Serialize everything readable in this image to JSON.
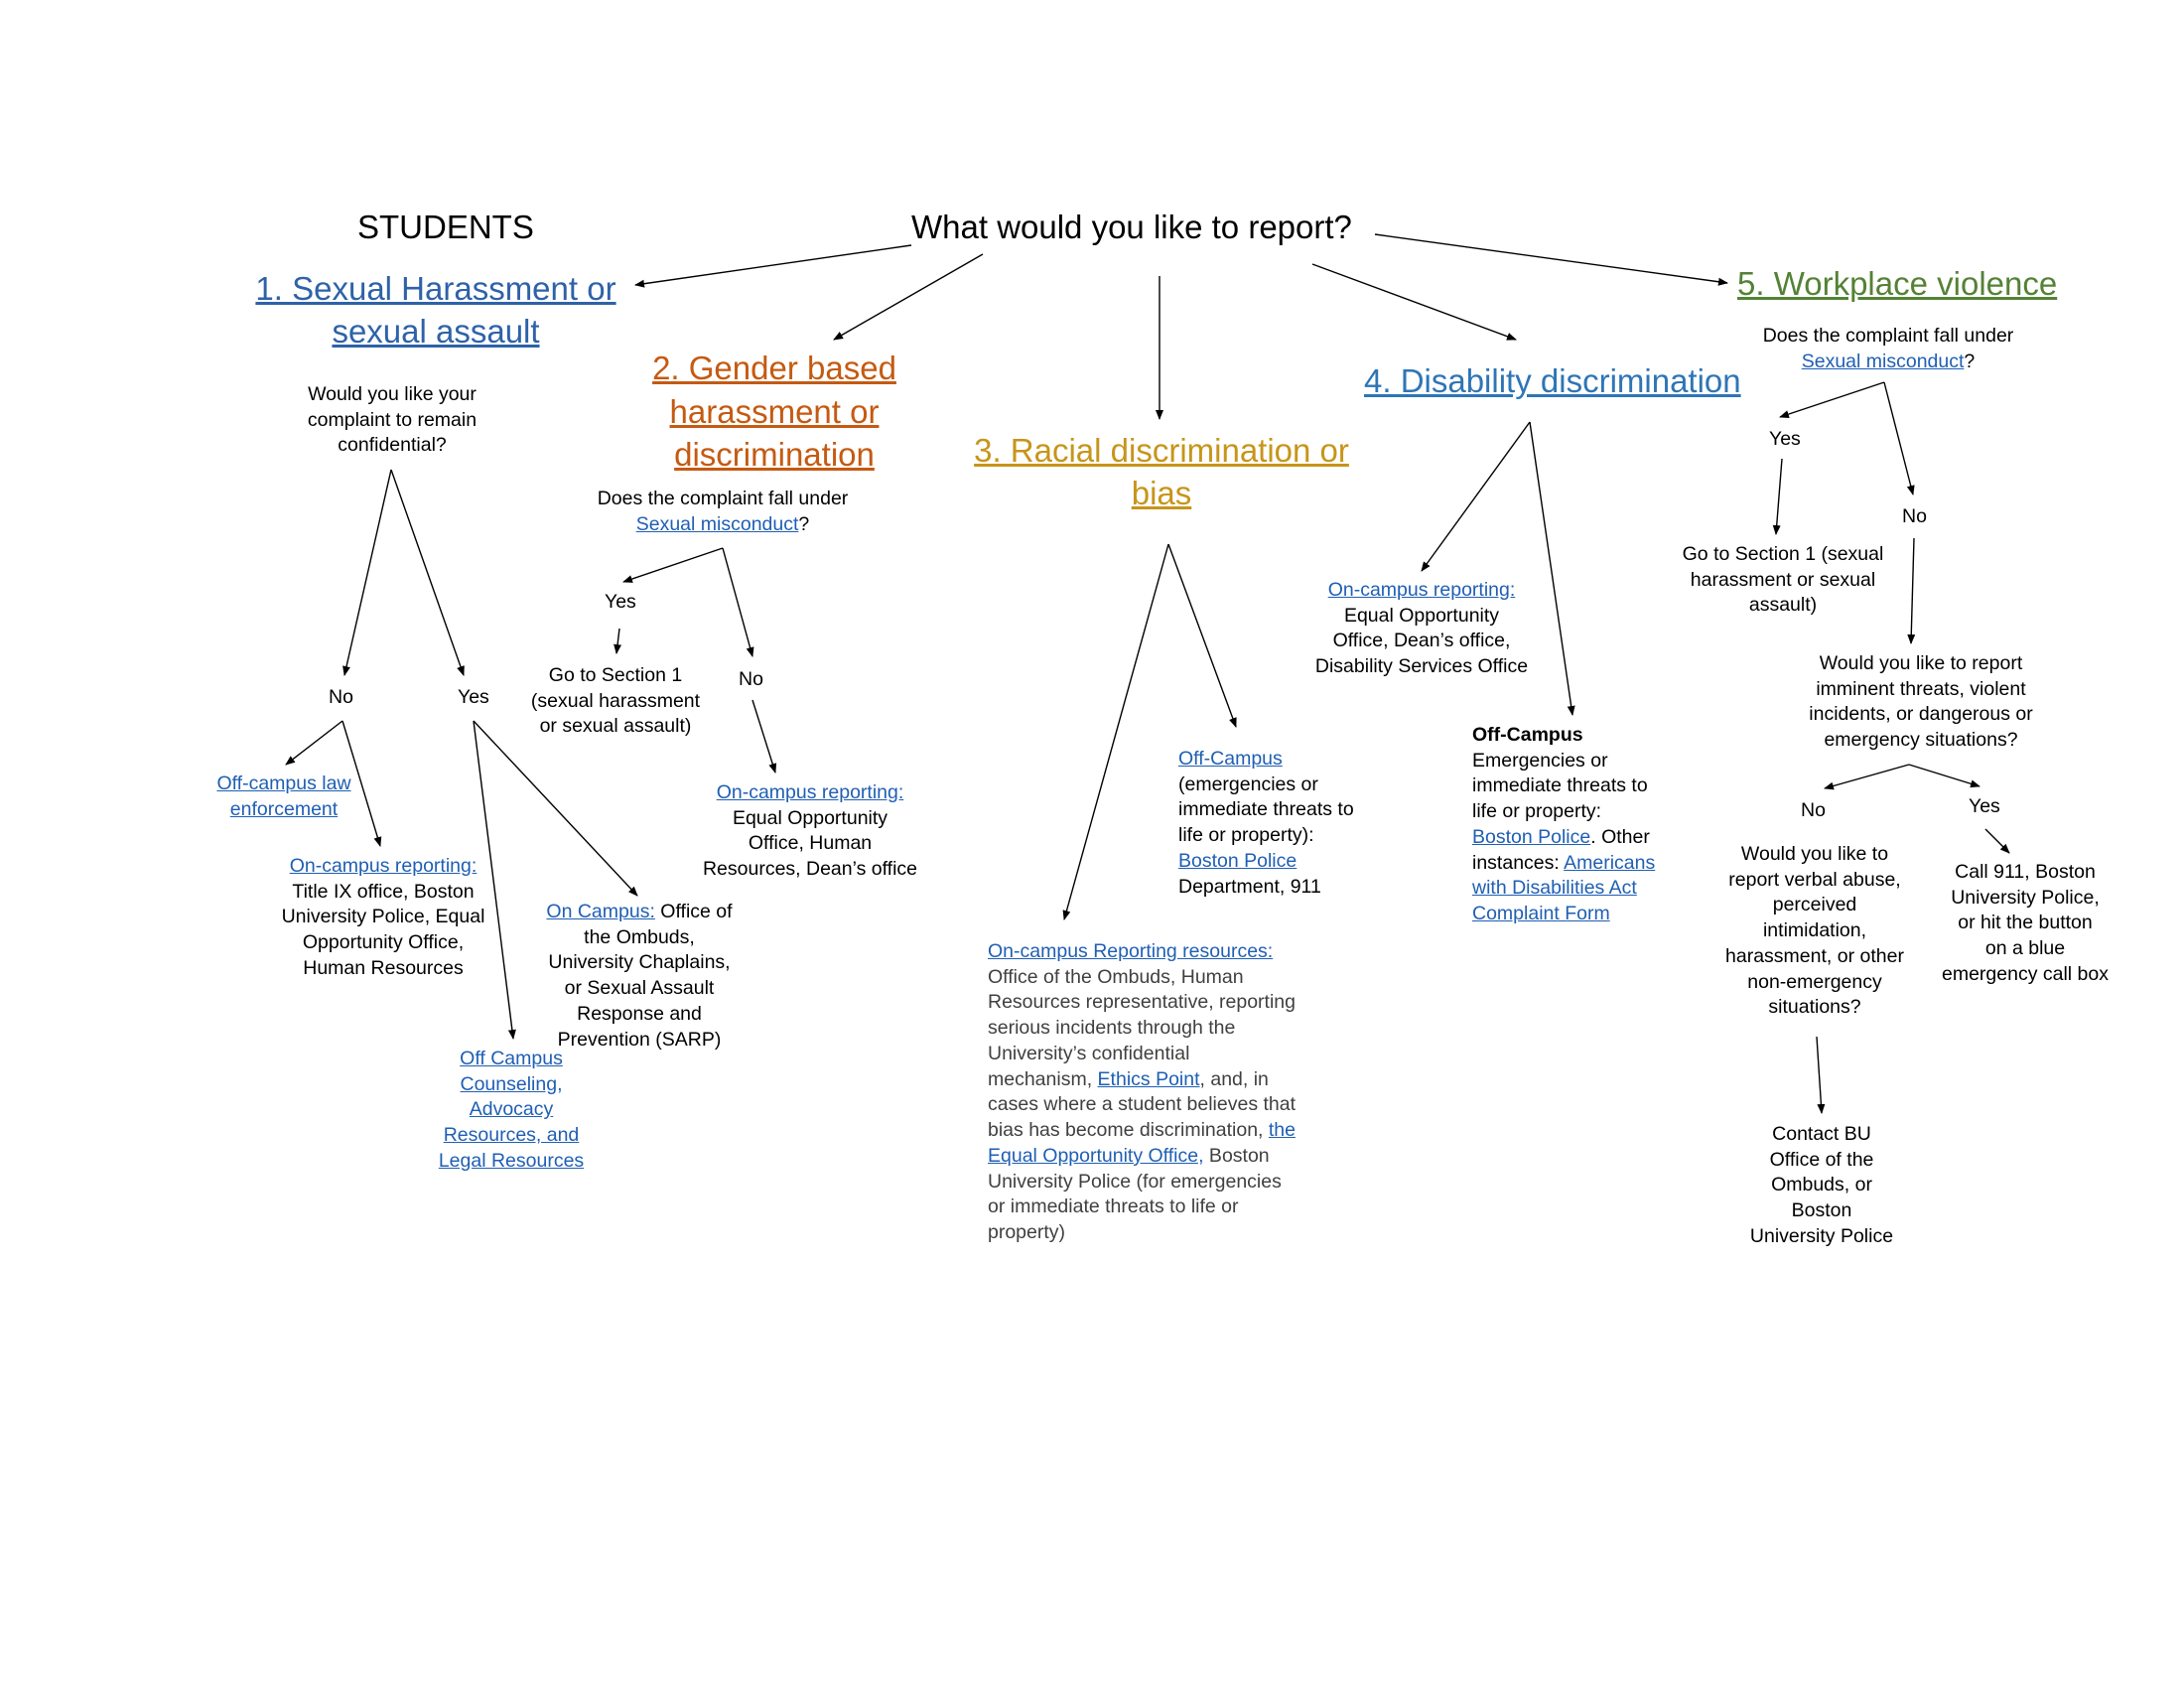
{
  "header": {
    "students": "STUDENTS",
    "question": "What would you like to report?"
  },
  "colors": {
    "section1": "#2e62a8",
    "section2": "#c55a11",
    "section3": "#c7951a",
    "section4": "#2e75b6",
    "section5": "#548235",
    "link": "#1f5fb4"
  },
  "s1": {
    "title_line1": "1. Sexual Harassment or",
    "title_line2": "sexual assault",
    "q1": "Would you like your",
    "q2": "complaint to remain",
    "q3": "confidential?",
    "no": "No",
    "yes": "Yes",
    "offlaw1": "Off-campus law",
    "offlaw2": "enforcement",
    "onrep_link": "On-campus reporting:",
    "onrep1": "Title IX office, Boston",
    "onrep2": "University Police, Equal",
    "onrep3": "Opportunity Office,",
    "onrep4": "Human Resources",
    "oncampus_link": "On Campus:",
    "oncampus1": " Office of",
    "oncampus2": "the Ombuds,",
    "oncampus3": "University Chaplains,",
    "oncampus4": "or Sexual Assault",
    "oncampus5": "Response and",
    "oncampus6": "Prevention (SARP)",
    "offc1": "Off Campus",
    "offc2": "Counseling,",
    "offc3": "Advocacy",
    "offc4": "Resources, and",
    "offc5": "Legal Resources"
  },
  "s2": {
    "title_line1": "2. Gender based",
    "title_line2": "harassment or",
    "title_line3": "discrimination",
    "q1": "Does the complaint fall under",
    "q_link": "Sexual misconduct",
    "q_end": "?",
    "yes": "Yes",
    "no": "No",
    "go1": "Go to Section 1",
    "go2": "(sexual harassment",
    "go3": "or sexual assault)",
    "onrep_link": "On-campus reporting:",
    "onrep1": "Equal Opportunity",
    "onrep2": "Office, Human",
    "onrep3": "Resources, Dean’s office"
  },
  "s3": {
    "title_line1": "3. Racial discrimination or",
    "title_line2": "bias",
    "off_link": "Off-Campus",
    "off1": "(emergencies or",
    "off2": "immediate threats to",
    "off3": "life or property):",
    "off_link2": "Boston Police",
    "off4": "Department, 911",
    "on_link": "On-campus Reporting resources:",
    "on1": "Office of the Ombuds, Human",
    "on2": "Resources representative, reporting",
    "on3": "serious incidents through the",
    "on4": "University’s confidential",
    "on5a": "mechanism, ",
    "on5_link": "Ethics Point",
    "on5b": ", and, in",
    "on6": "cases where a student believes that",
    "on7a": "bias has become discrimination, ",
    "on7_link": "the",
    "on8_link": "Equal Opportunity Office,",
    "on8b": " Boston",
    "on9": "University Police (for emergencies",
    "on10": "or immediate threats to life or",
    "on11": "property)"
  },
  "s4": {
    "title": "4. Disability discrimination",
    "on_link": "On-campus reporting:",
    "on1": "Equal Opportunity",
    "on2": "Office, Dean’s office,",
    "on3": "Disability Services Office",
    "off_head": "Off-Campus",
    "off1": "Emergencies or",
    "off2": "immediate threats to",
    "off3": "life or property:",
    "off4_link": "Boston Police",
    "off4b": ". Other",
    "off5a": "instances: ",
    "off5_link": "Americans",
    "off6_link": "with Disabilities Act",
    "off7_link": "Complaint Form"
  },
  "s5": {
    "title": "5. Workplace violence",
    "q1": "Does the complaint fall under",
    "q_link": "Sexual misconduct",
    "q_end": "?",
    "yes": "Yes",
    "no": "No",
    "go1": "Go to Section 1 (sexual",
    "go2": "harassment or sexual",
    "go3": "assault)",
    "q2_1": "Would you like to report",
    "q2_2": "imminent threats, violent",
    "q2_3": "incidents, or dangerous or",
    "q2_4": "emergency situations?",
    "no2": "No",
    "yes2": "Yes",
    "q3_1": "Would you like to",
    "q3_2": "report verbal abuse,",
    "q3_3": "perceived",
    "q3_4": "intimidation,",
    "q3_5": "harassment, or other",
    "q3_6": "non-emergency",
    "q3_7": "situations?",
    "call1": "Call 911, Boston",
    "call2": "University Police,",
    "call3": "or hit the button",
    "call4": "on a blue",
    "call5": "emergency call box",
    "contact1": "Contact BU",
    "contact2": "Office of the",
    "contact3": "Ombuds, or",
    "contact4": "Boston",
    "contact5": "University Police"
  }
}
